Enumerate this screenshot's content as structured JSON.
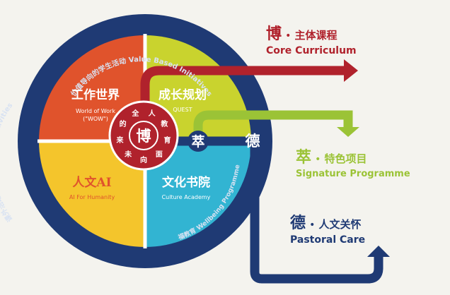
{
  "ring": {
    "top": "价值导向的学生活动 Value Based Initiatives",
    "left": "课外活动 Co-Curricular Activities",
    "bottom_right": "幸福教育 Wellbeing Programmes"
  },
  "quadrants": {
    "top_left": {
      "cn": "工作世界",
      "en1": "World of Work",
      "en2": "(\"WOW\")"
    },
    "top_right": {
      "cn": "成长规划",
      "en1": "QUEST"
    },
    "bottom_left": {
      "cn": "人文AI",
      "en1": "AI For Humanity"
    },
    "bottom_right": {
      "cn": "文化书院",
      "en1": "Culture Academy"
    }
  },
  "center": {
    "char": "博",
    "ring_text": [
      "的",
      "全",
      "人",
      "教",
      "育",
      "面",
      "向",
      "未",
      "来"
    ]
  },
  "band_chars": {
    "cui": "萃",
    "de": "德"
  },
  "outcomes": {
    "core": {
      "char": "博",
      "dot": "•",
      "cn": "主体课程",
      "en": "Core Curriculum"
    },
    "signature": {
      "char": "萃",
      "dot": "•",
      "cn": "特色项目",
      "en": "Signature Programme"
    },
    "pastoral": {
      "char": "德",
      "dot": "•",
      "cn": "人文关怀",
      "en": "Pastoral Care"
    }
  },
  "colors": {
    "navy": "#1f3a74",
    "red": "#e0532c",
    "lime": "#c9d32e",
    "yellow": "#f4c52c",
    "cyan": "#32b4d2",
    "maroon": "#b0222c",
    "green": "#9bc336"
  }
}
